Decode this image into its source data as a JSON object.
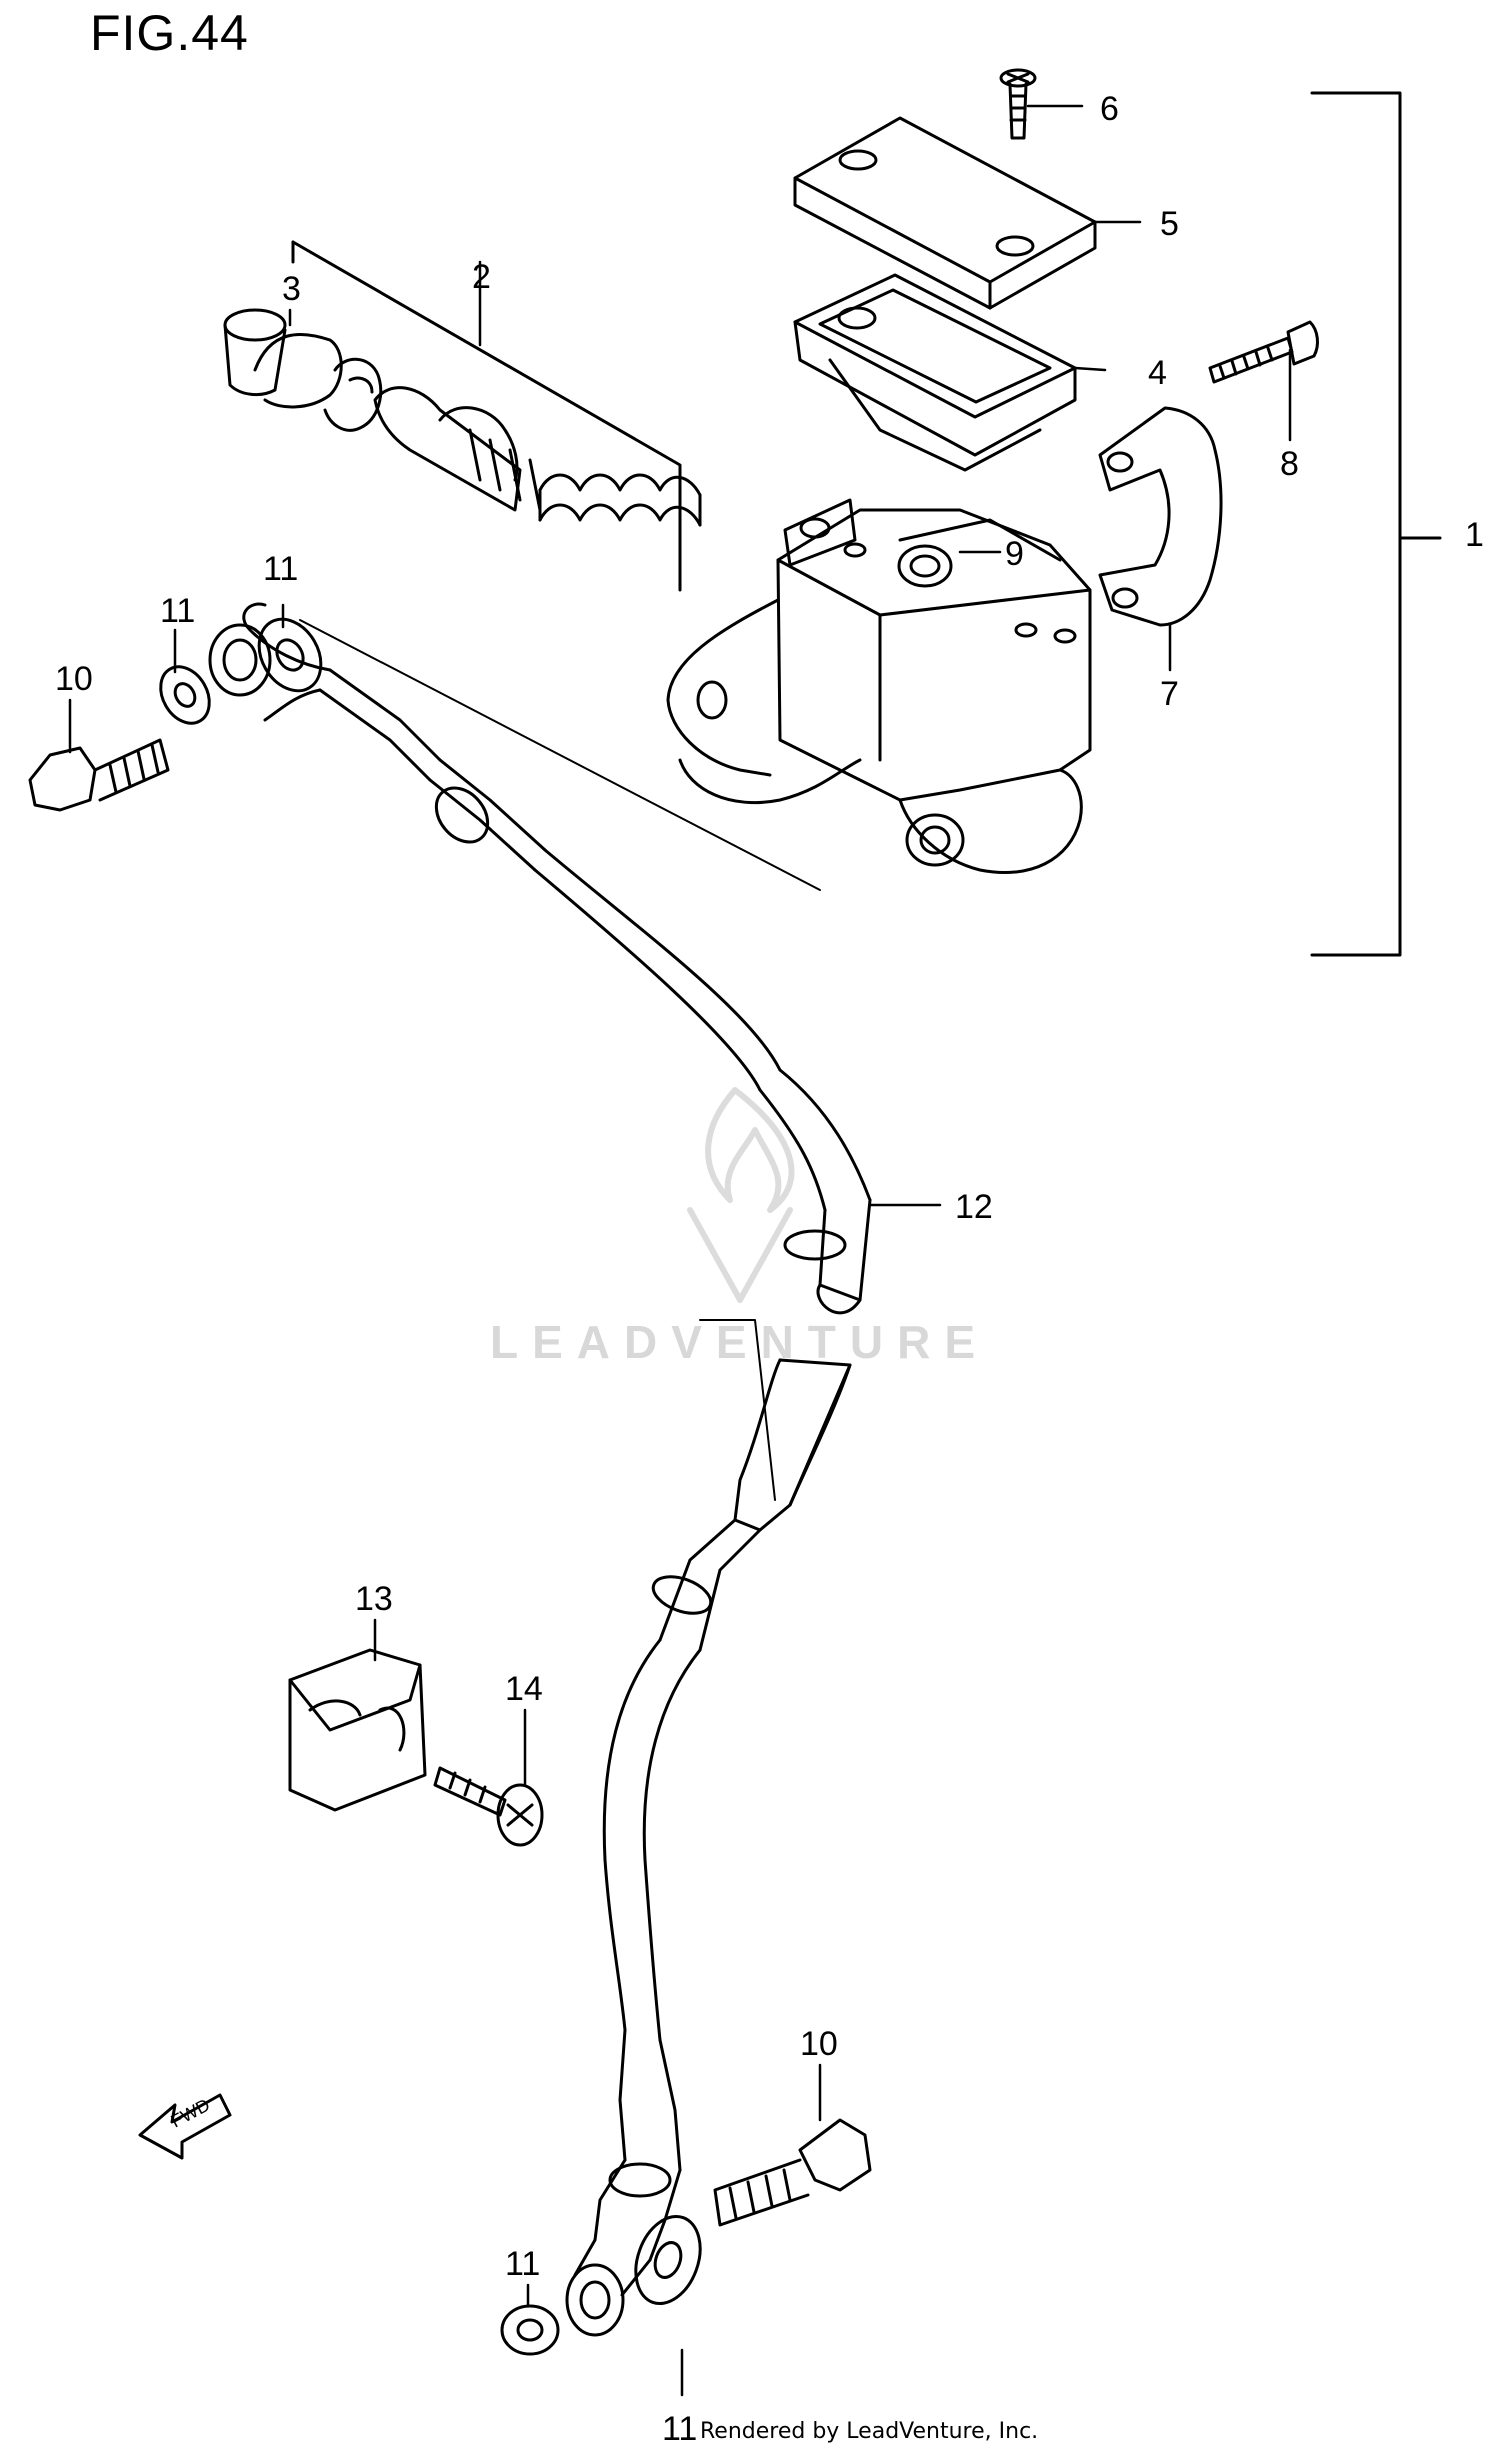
{
  "figure": {
    "title": "FIG.44",
    "watermark": "LEADVENTURE",
    "credit": "Rendered by LeadVenture, Inc."
  },
  "callouts": [
    "1",
    "2",
    "3",
    "4",
    "5",
    "6",
    "7",
    "8",
    "9",
    "10",
    "11",
    "11",
    "12",
    "13",
    "14",
    "10",
    "11",
    "11"
  ],
  "fwd_label": "FWD",
  "colors": {
    "line": "#000000",
    "background": "#ffffff",
    "watermark": "#d8d8d8"
  }
}
